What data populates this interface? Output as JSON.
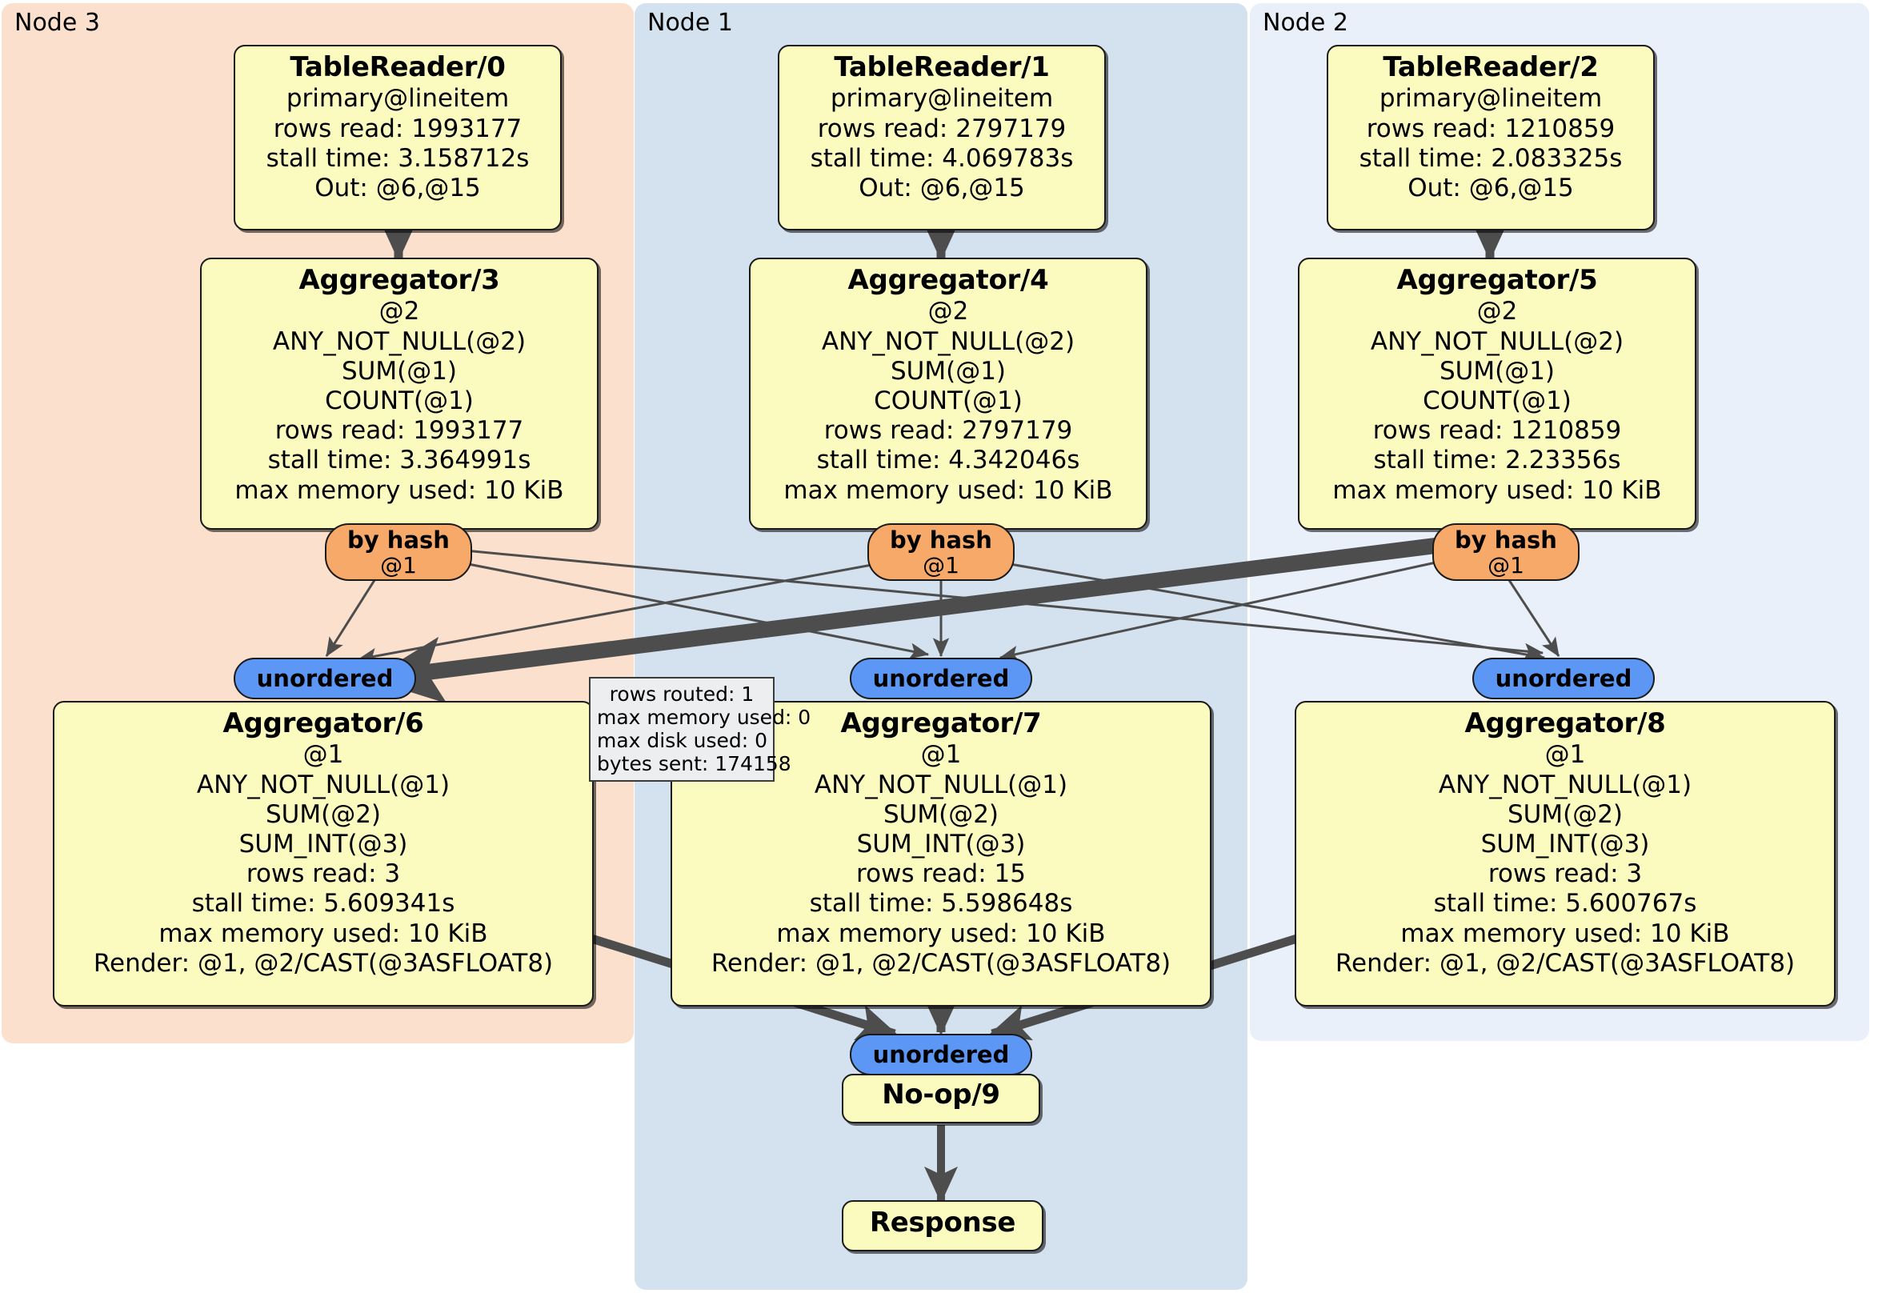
{
  "clusters": [
    {
      "label": "Node 3",
      "color": "#fbe0cd"
    },
    {
      "label": "Node 1",
      "color": "#d4e1ee"
    },
    {
      "label": "Node 2",
      "color": "#eaf0fa"
    }
  ],
  "processors": {
    "table_reader_0": {
      "title": "TableReader/0",
      "lines": [
        "primary@lineitem",
        "rows read: 1993177",
        "stall time: 3.158712s",
        "Out: @6,@15"
      ]
    },
    "table_reader_1": {
      "title": "TableReader/1",
      "lines": [
        "primary@lineitem",
        "rows read: 2797179",
        "stall time: 4.069783s",
        "Out: @6,@15"
      ]
    },
    "table_reader_2": {
      "title": "TableReader/2",
      "lines": [
        "primary@lineitem",
        "rows read: 1210859",
        "stall time: 2.083325s",
        "Out: @6,@15"
      ]
    },
    "aggregator_3": {
      "title": "Aggregator/3",
      "lines": [
        "@2",
        "ANY_NOT_NULL(@2)",
        "SUM(@1)",
        "COUNT(@1)",
        "rows read: 1993177",
        "stall time: 3.364991s",
        "max memory used: 10 KiB"
      ]
    },
    "aggregator_4": {
      "title": "Aggregator/4",
      "lines": [
        "@2",
        "ANY_NOT_NULL(@2)",
        "SUM(@1)",
        "COUNT(@1)",
        "rows read: 2797179",
        "stall time: 4.342046s",
        "max memory used: 10 KiB"
      ]
    },
    "aggregator_5": {
      "title": "Aggregator/5",
      "lines": [
        "@2",
        "ANY_NOT_NULL(@2)",
        "SUM(@1)",
        "COUNT(@1)",
        "rows read: 1210859",
        "stall time: 2.23356s",
        "max memory used: 10 KiB"
      ]
    },
    "aggregator_6": {
      "title": "Aggregator/6",
      "lines": [
        "@1",
        "ANY_NOT_NULL(@1)",
        "SUM(@2)",
        "SUM_INT(@3)",
        "rows read: 3",
        "stall time: 5.609341s",
        "max memory used: 10 KiB",
        "Render: @1, @2/CAST(@3ASFLOAT8)"
      ]
    },
    "aggregator_7": {
      "title": "Aggregator/7",
      "lines": [
        "@1",
        "ANY_NOT_NULL(@1)",
        "SUM(@2)",
        "SUM_INT(@3)",
        "rows read: 15",
        "stall time: 5.598648s",
        "max memory used: 10 KiB",
        "Render: @1, @2/CAST(@3ASFLOAT8)"
      ]
    },
    "aggregator_8": {
      "title": "Aggregator/8",
      "lines": [
        "@1",
        "ANY_NOT_NULL(@1)",
        "SUM(@2)",
        "SUM_INT(@3)",
        "rows read: 3",
        "stall time: 5.600767s",
        "max memory used: 10 KiB",
        "Render: @1, @2/CAST(@3ASFLOAT8)"
      ]
    },
    "noop_9": {
      "title": "No-op/9",
      "lines": []
    },
    "response": {
      "title": "Response",
      "lines": []
    }
  },
  "routers": [
    {
      "title": "by hash",
      "line": "@1"
    },
    {
      "title": "by hash",
      "line": "@1"
    },
    {
      "title": "by hash",
      "line": "@1"
    }
  ],
  "synchronizers": [
    {
      "label": "unordered"
    },
    {
      "label": "unordered"
    },
    {
      "label": "unordered"
    },
    {
      "label": "unordered"
    }
  ],
  "edge_stats": {
    "lines": [
      "rows routed: 1",
      "max memory used: 0",
      "max disk used: 0",
      "bytes sent: 174158"
    ]
  },
  "colors": {
    "processor_fill": "#fbfbc0",
    "router_fill": "#f7a96a",
    "sync_fill": "#5c97f5",
    "node3_fill": "#fbe0cd",
    "node1_fill": "#d4e1ee",
    "node2_fill": "#eaf0fa",
    "edge_stroke": "#4d4d4d",
    "border": "#1a1a1a"
  }
}
